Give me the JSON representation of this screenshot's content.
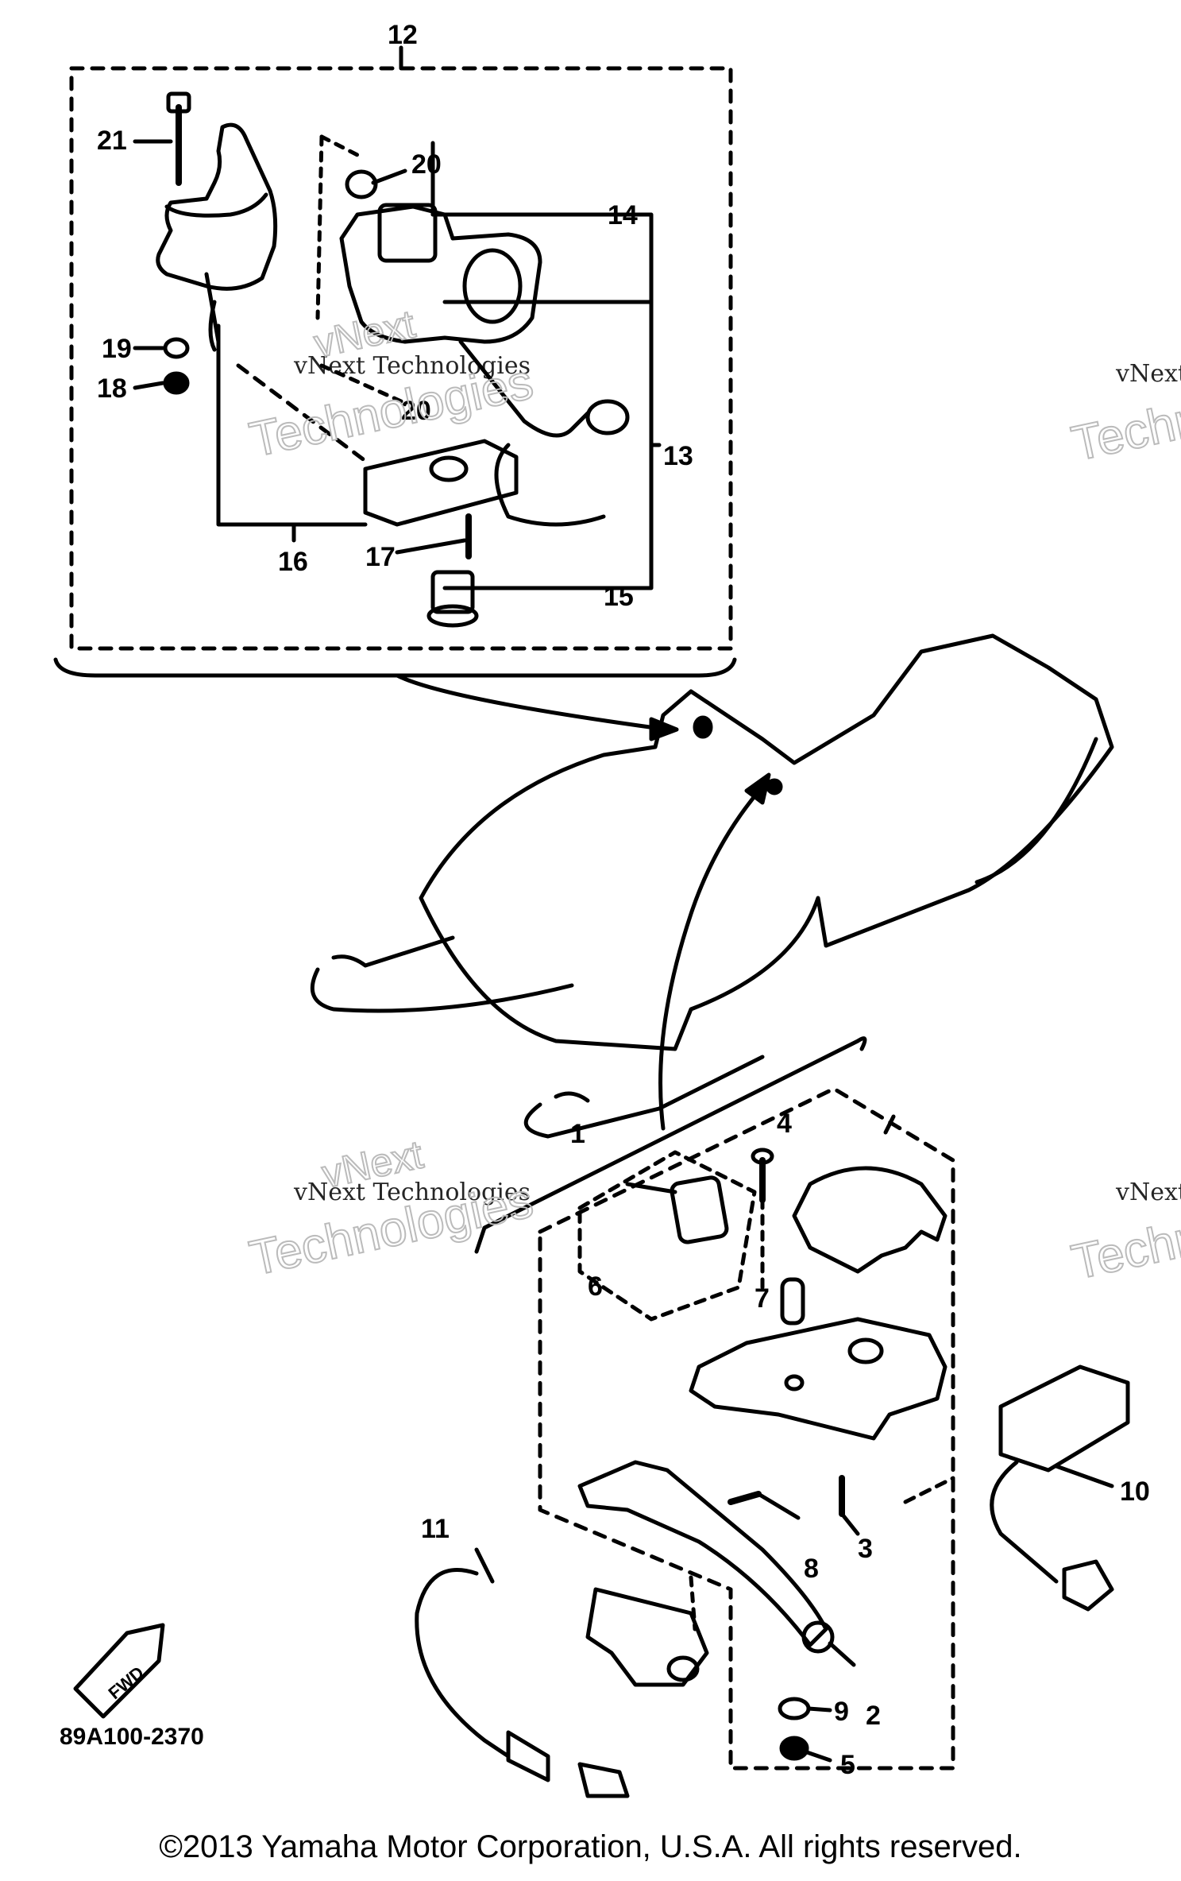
{
  "diagram": {
    "callouts": [
      "1",
      "2",
      "3",
      "4",
      "5",
      "6",
      "7",
      "8",
      "9",
      "10",
      "11",
      "12",
      "13",
      "14",
      "15",
      "16",
      "17",
      "18",
      "19",
      "20",
      "21",
      "20"
    ],
    "part_code": "89A100-2370",
    "fwd_label": "FWD",
    "watermark": {
      "line1": "vNext Technologies",
      "line2": "Technologies",
      "line3": "vNext"
    },
    "copyright": "©2013 Yamaha Motor Corporation, U.S.A. All rights reserved."
  }
}
